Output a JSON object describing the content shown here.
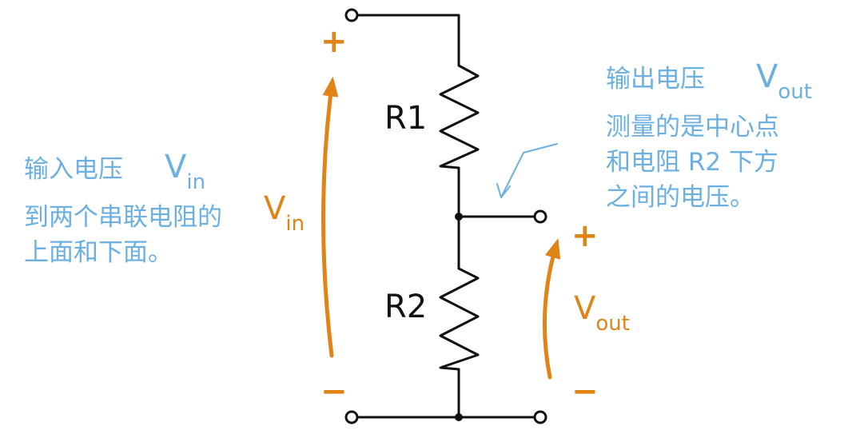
{
  "resistors": {
    "r1": "R1",
    "r2": "R2"
  },
  "input": {
    "plus": "+",
    "minus": "−",
    "symbol": "V",
    "symbol_sub": "in",
    "description_symbol": "V",
    "description_symbol_sub": "in",
    "description_lines": [
      "输入电压",
      "到两个串联电阻的",
      "上面和下面。"
    ]
  },
  "output": {
    "plus": "+",
    "minus": "−",
    "symbol": "V",
    "symbol_sub": "out",
    "description_symbol": "V",
    "description_symbol_sub": "out",
    "description_lines": [
      "输出电压",
      "测量的是中心点",
      "和电阻 R2 下方",
      "之间的电压。"
    ]
  },
  "colors": {
    "wire": "#111111",
    "arrow": "#e08418",
    "note": "#6bb0e0"
  }
}
